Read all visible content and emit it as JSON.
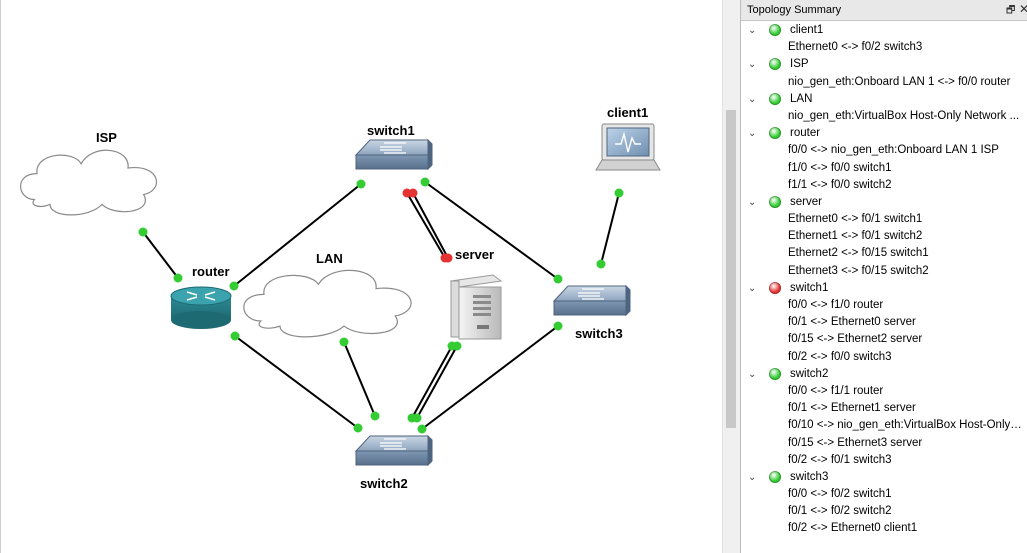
{
  "panel": {
    "title": "Topology Summary",
    "float_icon": "float-icon",
    "close_icon": "close-icon"
  },
  "status_colors": {
    "up": "#33cc33",
    "down": "#e53333"
  },
  "canvas": {
    "nodes": [
      {
        "id": "isp",
        "label": "ISP",
        "icon": "cloud-icon"
      },
      {
        "id": "router",
        "label": "router",
        "icon": "router-icon"
      },
      {
        "id": "switch1",
        "label": "switch1",
        "icon": "switch-icon"
      },
      {
        "id": "lan",
        "label": "LAN",
        "icon": "cloud-icon"
      },
      {
        "id": "server",
        "label": "server",
        "icon": "server-icon"
      },
      {
        "id": "client1",
        "label": "client1",
        "icon": "computer-icon"
      },
      {
        "id": "switch3",
        "label": "switch3",
        "icon": "switch-icon"
      },
      {
        "id": "switch2",
        "label": "switch2",
        "icon": "switch-icon"
      }
    ],
    "links": [
      {
        "a": "isp",
        "b": "router",
        "status": "up"
      },
      {
        "a": "router",
        "b": "switch1",
        "status": "up"
      },
      {
        "a": "router",
        "b": "switch2",
        "status": "up"
      },
      {
        "a": "lan",
        "b": "switch2",
        "status": "up"
      },
      {
        "a": "switch1",
        "b": "server",
        "status": "down"
      },
      {
        "a": "switch1",
        "b": "server",
        "status": "down"
      },
      {
        "a": "switch1",
        "b": "switch3",
        "status": "up"
      },
      {
        "a": "server",
        "b": "switch2",
        "status": "up"
      },
      {
        "a": "server",
        "b": "switch2",
        "status": "up"
      },
      {
        "a": "switch2",
        "b": "switch3",
        "status": "up"
      },
      {
        "a": "switch3",
        "b": "client1",
        "status": "up"
      }
    ]
  },
  "summary": [
    {
      "name": "client1",
      "status": "up",
      "links": [
        "Ethernet0 <-> f0/2 switch3"
      ]
    },
    {
      "name": "ISP",
      "status": "up",
      "links": [
        "nio_gen_eth:Onboard LAN 1 <-> f0/0 router"
      ]
    },
    {
      "name": "LAN",
      "status": "up",
      "links": [
        "nio_gen_eth:VirtualBox Host-Only Network ..."
      ]
    },
    {
      "name": "router",
      "status": "up",
      "links": [
        "f0/0 <-> nio_gen_eth:Onboard LAN 1 ISP",
        "f1/0 <-> f0/0 switch1",
        "f1/1 <-> f0/0 switch2"
      ]
    },
    {
      "name": "server",
      "status": "up",
      "links": [
        "Ethernet0 <-> f0/1 switch1",
        "Ethernet1 <-> f0/1 switch2",
        "Ethernet2 <-> f0/15 switch1",
        "Ethernet3 <-> f0/15 switch2"
      ]
    },
    {
      "name": "switch1",
      "status": "down",
      "links": [
        "f0/0 <-> f1/0 router",
        "f0/1 <-> Ethernet0 server",
        "f0/15 <-> Ethernet2 server",
        "f0/2 <-> f0/0 switch3"
      ]
    },
    {
      "name": "switch2",
      "status": "up",
      "links": [
        "f0/0 <-> f1/1 router",
        "f0/1 <-> Ethernet1 server",
        "f0/10 <-> nio_gen_eth:VirtualBox Host-Only ...",
        "f0/15 <-> Ethernet3 server",
        "f0/2 <-> f0/1 switch3"
      ]
    },
    {
      "name": "switch3",
      "status": "up",
      "links": [
        "f0/0 <-> f0/2 switch1",
        "f0/1 <-> f0/2 switch2",
        "f0/2 <-> Ethernet0 client1"
      ]
    }
  ]
}
